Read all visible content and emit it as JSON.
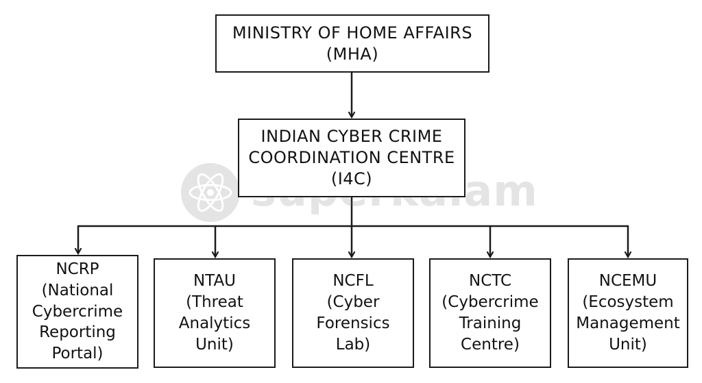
{
  "diagram": {
    "ministry": {
      "lines": [
        "MINISTRY OF HOME AFFAIRS",
        "(MHA)"
      ]
    },
    "i4c": {
      "lines": [
        "INDIAN CYBER CRIME",
        "COORDINATION CENTRE",
        "(I4C)"
      ]
    },
    "units": [
      {
        "lines": [
          "NCRP",
          "(National",
          "Cybercrime",
          "Reporting",
          "Portal)"
        ]
      },
      {
        "lines": [
          "NTAU",
          "(Threat",
          "Analytics",
          "Unit)"
        ]
      },
      {
        "lines": [
          "NCFL",
          "(Cyber",
          "Forensics",
          "Lab)"
        ]
      },
      {
        "lines": [
          "NCTC",
          "(Cybercrime",
          "Training",
          "Centre)"
        ]
      },
      {
        "lines": [
          "NCEMU",
          "(Ecosystem",
          "Management",
          "Unit)"
        ]
      }
    ]
  },
  "watermark": {
    "text": "superkalam",
    "icon": "atom-icon"
  }
}
